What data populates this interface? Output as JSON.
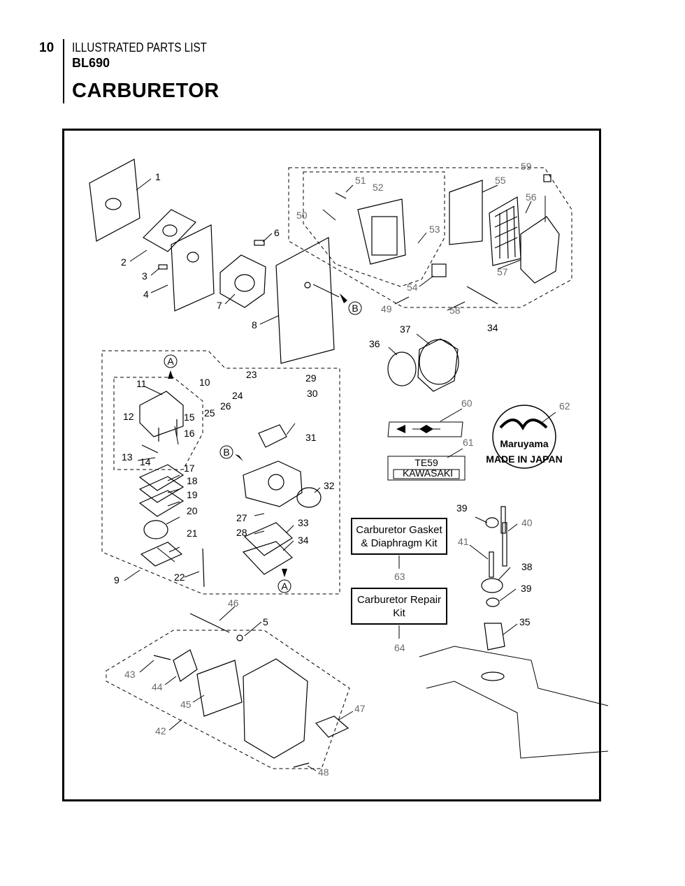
{
  "header": {
    "page_number": "10",
    "subtitle": "ILLUSTRATED PARTS LIST",
    "model": "BL690",
    "title": "CARBURETOR"
  },
  "kits": {
    "gasket_kit": "Carburetor Gasket & Diaphragm Kit",
    "repair_kit": "Carburetor Repair Kit"
  },
  "decals": {
    "te59_model": "TE59",
    "te59_maker": "KAWASAKI",
    "brand": "Maruyama",
    "made_in": "MADE IN JAPAN"
  },
  "callout_refs": {
    "a": "A",
    "b": "B"
  },
  "part_labels": {
    "p1": "1",
    "p2": "2",
    "p3": "3",
    "p4": "4",
    "p5": "5",
    "p6": "6",
    "p7": "7",
    "p8": "8",
    "p9": "9",
    "p10": "10",
    "p11": "11",
    "p12": "12",
    "p13": "13",
    "p14": "14",
    "p15": "15",
    "p16": "16",
    "p17": "17",
    "p18": "18",
    "p19": "19",
    "p20": "20",
    "p21": "21",
    "p22": "22",
    "p23": "23",
    "p24": "24",
    "p25": "25",
    "p26": "26",
    "p27": "27",
    "p28": "28",
    "p29": "29",
    "p30": "30",
    "p31": "31",
    "p32": "32",
    "p33": "33",
    "p34a": "34",
    "p34b": "34",
    "p35": "35",
    "p36": "36",
    "p37": "37",
    "p38": "38",
    "p39a": "39",
    "p39b": "39",
    "p40": "40",
    "p41": "41",
    "p42": "42",
    "p43": "43",
    "p44": "44",
    "p45": "45",
    "p46": "46",
    "p47": "47",
    "p48": "48",
    "p49": "49",
    "p50": "50",
    "p51": "51",
    "p52": "52",
    "p53": "53",
    "p54": "54",
    "p55": "55",
    "p56": "56",
    "p57": "57",
    "p58": "58",
    "p59": "59",
    "p60": "60",
    "p61": "61",
    "p62": "62",
    "p63": "63",
    "p64": "64"
  }
}
